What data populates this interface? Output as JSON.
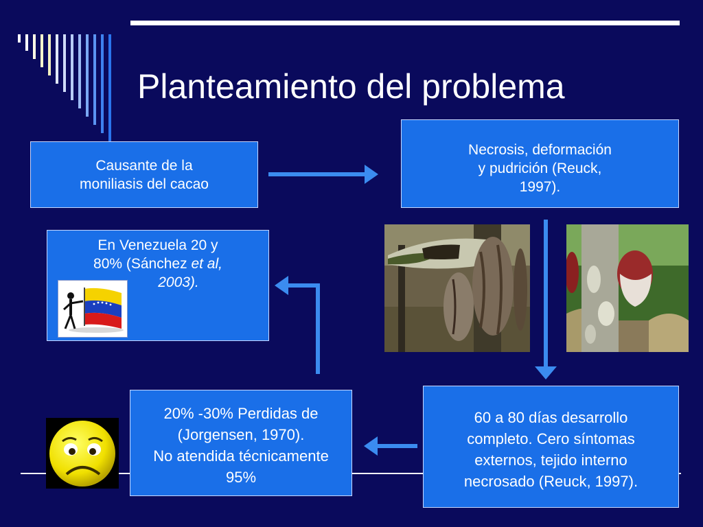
{
  "slide": {
    "title": "Planteamiento del problema"
  },
  "boxes": {
    "cause": {
      "lines": [
        "Causante de la",
        "moniliasis del cacao"
      ]
    },
    "necrosis": {
      "lines": [
        "Necrosis, deformación",
        "y pudrición (Reuck,",
        "1997)."
      ]
    },
    "venezuela": {
      "line1": "En Venezuela 20 y",
      "line2a": "80% (Sánchez ",
      "line2b": "et al,",
      "line3": "2003)."
    },
    "losses": {
      "lines": [
        "20% -30% Perdidas de",
        "(Jorgensen, 1970).",
        "No atendida técnicamente",
        "95%"
      ]
    },
    "development": {
      "lines": [
        "60 a 80 días desarrollo",
        "completo. Cero síntomas",
        "externos, tejido interno",
        "necrosado (Reuck, 1997)."
      ]
    }
  },
  "colors": {
    "background": "#0a0a5c",
    "box_fill": "#1a6fe8",
    "arrow": "#3b8cf0",
    "text": "#ffffff"
  },
  "icons": [
    "person-with-flag-icon",
    "sad-face-icon",
    "cacao-pod-photo"
  ]
}
